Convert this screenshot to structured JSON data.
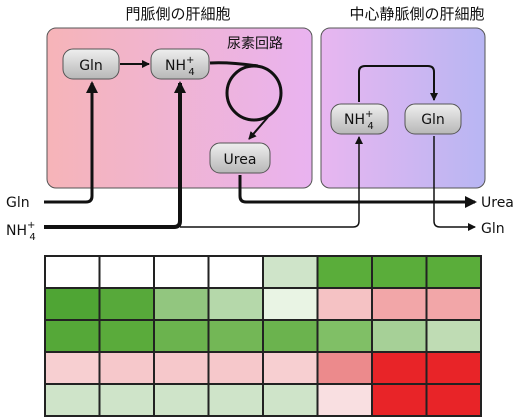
{
  "panels": {
    "portal": {
      "title": "門脈側の肝細胞"
    },
    "central": {
      "title": "中心静脈側の肝細胞"
    }
  },
  "nodes": {
    "gln_portal": "Gln",
    "nh4_portal": {
      "base": "NH",
      "sup": "+",
      "sub": "4"
    },
    "urea_cycle_label": "尿素回路",
    "urea": "Urea",
    "nh4_central": {
      "base": "NH",
      "sup": "+",
      "sub": "4"
    },
    "gln_central": "Gln"
  },
  "inputs": {
    "gln": "Gln",
    "nh4": {
      "base": "NH",
      "sup": "+",
      "sub": "4"
    }
  },
  "outputs": {
    "urea": "Urea",
    "gln": "Gln"
  },
  "heatmap": {
    "rows": 5,
    "cols": 8,
    "colors": [
      [
        "#ffffff",
        "#ffffff",
        "#ffffff",
        "#ffffff",
        "#cfe4c9",
        "#5aad3a",
        "#5aad3a",
        "#5aad3a"
      ],
      [
        "#4fa534",
        "#57a93a",
        "#92c67f",
        "#b5d8aa",
        "#e9f4e4",
        "#f5c2c4",
        "#f2a6a8",
        "#f2a6a8"
      ],
      [
        "#55a838",
        "#5aab3b",
        "#6bb34e",
        "#73b756",
        "#6bb34e",
        "#80bf66",
        "#a6d097",
        "#bfdcb4"
      ],
      [
        "#f7cfd1",
        "#f6c8cb",
        "#f6c8cb",
        "#f6c8cb",
        "#f7cfd1",
        "#ec8a8c",
        "#e82428",
        "#e82428"
      ],
      [
        "#cfe4c9",
        "#cfe4c9",
        "#cfe4c9",
        "#cfe4c9",
        "#cfe4c9",
        "#f9dfe1",
        "#e82428",
        "#e82428"
      ]
    ]
  }
}
